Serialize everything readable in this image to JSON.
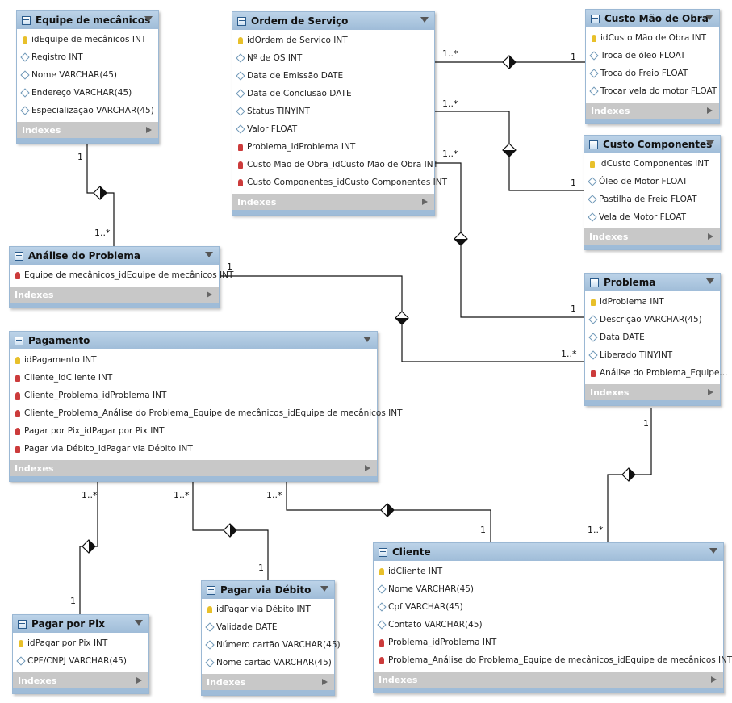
{
  "tables": [
    {
      "key": "equipe",
      "title": "Equipe de mecânicos",
      "indexes": "Indexes",
      "columns": [
        {
          "icon": "key",
          "text": "idEquipe de mecânicos INT"
        },
        {
          "icon": "diamond",
          "text": "Registro INT"
        },
        {
          "icon": "diamond",
          "text": "Nome VARCHAR(45)"
        },
        {
          "icon": "diamond",
          "text": "Endereço VARCHAR(45)"
        },
        {
          "icon": "diamond",
          "text": "Especialização VARCHAR(45)"
        }
      ]
    },
    {
      "key": "ordem",
      "title": "Ordem de Serviço",
      "indexes": "Indexes",
      "columns": [
        {
          "icon": "key",
          "text": "idOrdem de Serviço INT"
        },
        {
          "icon": "diamond",
          "text": "Nº de OS INT"
        },
        {
          "icon": "diamond",
          "text": "Data de Emissão DATE"
        },
        {
          "icon": "diamond",
          "text": "Data de Conclusão DATE"
        },
        {
          "icon": "diamond",
          "text": "Status TINYINT"
        },
        {
          "icon": "diamond",
          "text": "Valor FLOAT"
        },
        {
          "icon": "fk",
          "text": "Problema_idProblema INT"
        },
        {
          "icon": "fk",
          "text": "Custo Mão de Obra_idCusto Mão de Obra INT"
        },
        {
          "icon": "fk",
          "text": "Custo Componentes_idCusto Componentes INT"
        }
      ]
    },
    {
      "key": "maoobra",
      "title": "Custo Mão de Obra",
      "indexes": "Indexes",
      "columns": [
        {
          "icon": "key",
          "text": "idCusto Mão de Obra INT"
        },
        {
          "icon": "diamond",
          "text": "Troca de óleo FLOAT"
        },
        {
          "icon": "diamond",
          "text": "Troca do Freio FLOAT"
        },
        {
          "icon": "diamond",
          "text": "Trocar vela do motor FLOAT"
        }
      ]
    },
    {
      "key": "componentes",
      "title": "Custo Componentes",
      "indexes": "Indexes",
      "columns": [
        {
          "icon": "key",
          "text": "idCusto Componentes INT"
        },
        {
          "icon": "diamond",
          "text": "Óleo de Motor FLOAT"
        },
        {
          "icon": "diamond",
          "text": "Pastilha de Freio FLOAT"
        },
        {
          "icon": "diamond",
          "text": "Vela de Motor FLOAT"
        }
      ]
    },
    {
      "key": "analise",
      "title": "Análise do Problema",
      "indexes": "Indexes",
      "columns": [
        {
          "icon": "fk",
          "text": "Equipe de mecânicos_idEquipe de mecânicos INT"
        }
      ]
    },
    {
      "key": "problema",
      "title": "Problema",
      "indexes": "Indexes",
      "columns": [
        {
          "icon": "key",
          "text": "idProblema INT"
        },
        {
          "icon": "diamond",
          "text": "Descrição VARCHAR(45)"
        },
        {
          "icon": "diamond",
          "text": "Data DATE"
        },
        {
          "icon": "diamond",
          "text": "Liberado TINYINT"
        },
        {
          "icon": "fk",
          "text": "Análise do Problema_Equipe..."
        }
      ]
    },
    {
      "key": "pagamento",
      "title": "Pagamento",
      "indexes": "Indexes",
      "columns": [
        {
          "icon": "key",
          "text": "idPagamento INT"
        },
        {
          "icon": "fk",
          "text": "Cliente_idCliente INT"
        },
        {
          "icon": "fk",
          "text": "Cliente_Problema_idProblema INT"
        },
        {
          "icon": "fk",
          "text": "Cliente_Problema_Análise do Problema_Equipe de mecânicos_idEquipe de mecânicos INT"
        },
        {
          "icon": "fk",
          "text": "Pagar por Pix_idPagar por Pix INT"
        },
        {
          "icon": "fk",
          "text": "Pagar via Débito_idPagar via Débito INT"
        }
      ]
    },
    {
      "key": "cliente",
      "title": "Cliente",
      "indexes": "Indexes",
      "columns": [
        {
          "icon": "key",
          "text": "idCliente INT"
        },
        {
          "icon": "diamond",
          "text": "Nome VARCHAR(45)"
        },
        {
          "icon": "diamond",
          "text": "Cpf VARCHAR(45)"
        },
        {
          "icon": "diamond",
          "text": "Contato VARCHAR(45)"
        },
        {
          "icon": "fk",
          "text": "Problema_idProblema INT"
        },
        {
          "icon": "fk",
          "text": "Problema_Análise do Problema_Equipe de mecânicos_idEquipe de mecânicos INT"
        }
      ]
    },
    {
      "key": "pix",
      "title": "Pagar por Pix",
      "indexes": "Indexes",
      "columns": [
        {
          "icon": "key",
          "text": "idPagar por Pix INT"
        },
        {
          "icon": "diamond",
          "text": "CPF/CNPJ VARCHAR(45)"
        }
      ]
    },
    {
      "key": "debito",
      "title": "Pagar via Débito",
      "indexes": "Indexes",
      "columns": [
        {
          "icon": "key",
          "text": "idPagar via Débito INT"
        },
        {
          "icon": "diamond",
          "text": "Validade DATE"
        },
        {
          "icon": "diamond",
          "text": "Número cartão VARCHAR(45)"
        },
        {
          "icon": "diamond",
          "text": "Nome cartão VARCHAR(45)"
        }
      ]
    }
  ],
  "relationships": [
    {
      "key": "ordem-maoobra",
      "from_card": "1..*",
      "to_card": "1"
    },
    {
      "key": "ordem-componentes",
      "from_card": "1..*",
      "to_card": "1"
    },
    {
      "key": "ordem-problema",
      "from_card": "1..*",
      "to_card": "1"
    },
    {
      "key": "equipe-analise",
      "from_card": "1",
      "to_card": "1..*"
    },
    {
      "key": "analise-problema",
      "from_card": "1",
      "to_card": "1..*"
    },
    {
      "key": "problema-cliente",
      "from_card": "1",
      "to_card": "1..*"
    },
    {
      "key": "pagamento-cliente",
      "from_card": "1..*",
      "to_card": "1"
    },
    {
      "key": "pagamento-pix",
      "from_card": "1..*",
      "to_card": "1"
    },
    {
      "key": "pagamento-debito",
      "from_card": "1..*",
      "to_card": "1"
    }
  ]
}
